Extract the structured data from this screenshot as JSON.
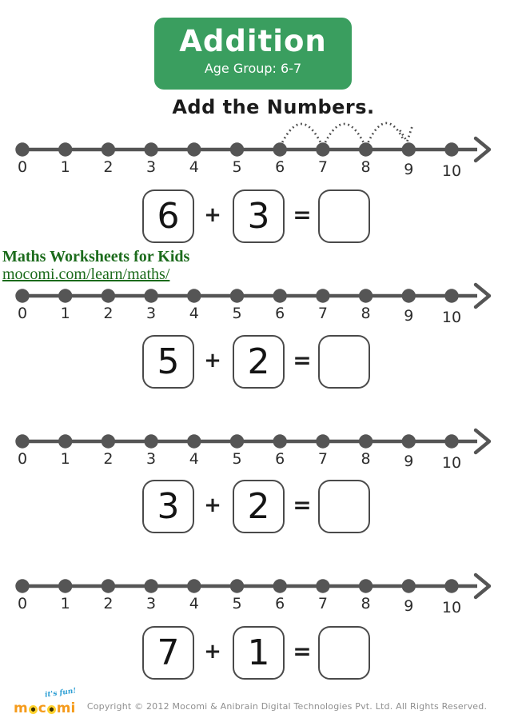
{
  "header": {
    "title": "Addition",
    "age_group": "Age Group: 6-7"
  },
  "worksheet_title": "Add the Numbers.",
  "number_line": {
    "labels": [
      "0",
      "1",
      "2",
      "3",
      "4",
      "5",
      "6",
      "7",
      "8",
      "9",
      "10"
    ]
  },
  "sections": [
    {
      "addend1": "6",
      "addend2": "3",
      "answer": "",
      "arcs": {
        "from": 6,
        "hops": 3
      }
    },
    {
      "addend1": "5",
      "addend2": "2",
      "answer": ""
    },
    {
      "addend1": "3",
      "addend2": "2",
      "answer": ""
    },
    {
      "addend1": "7",
      "addend2": "1",
      "answer": ""
    }
  ],
  "symbols": {
    "plus": "+",
    "equals": "="
  },
  "credit": {
    "line1": "Maths Worksheets for Kids",
    "link": "mocomi.com/learn/maths/"
  },
  "footer": {
    "logo_parts": [
      "m",
      "c",
      "mi"
    ],
    "logo_tagline": "it's fun!",
    "copyright": "Copyright © 2012 Mocomi & Anibrain Digital Technologies Pvt. Ltd. All Rights Reserved."
  },
  "colors": {
    "header_green": "#3a9e5f",
    "credit_green": "#1c6b1c",
    "line_gray": "#555555",
    "arc_gray": "#4c4c4c",
    "label_dark": "#2d2d2d",
    "box_border": "#4a4a4a",
    "logo_orange": "#f59b1c",
    "logo_eye_yellow": "#ffd22e",
    "tagline_blue": "#2e9fd4",
    "copyright_gray": "#8f8f8f"
  }
}
